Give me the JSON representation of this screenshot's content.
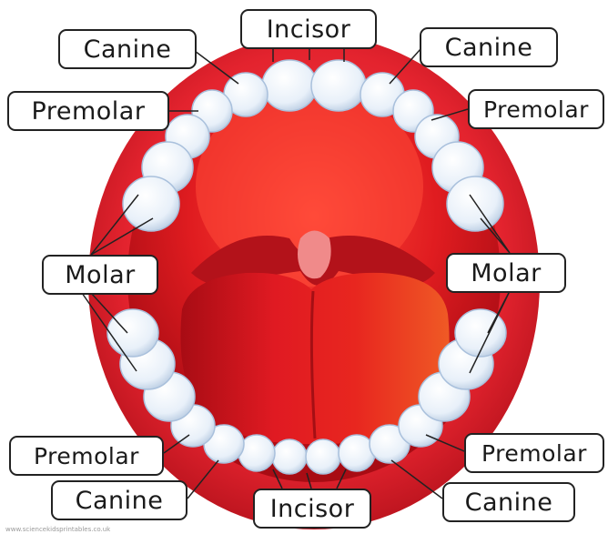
{
  "labels": {
    "incisor_top": "Incisor",
    "canine_top_left": "Canine",
    "canine_top_right": "Canine",
    "premolar_top_left": "Premolar",
    "premolar_top_right": "Premolar",
    "molar_left": "Molar",
    "molar_right": "Molar",
    "premolar_bottom_left": "Premolar",
    "premolar_bottom_right": "Premolar",
    "canine_bottom_left": "Canine",
    "canine_bottom_right": "Canine",
    "incisor_bottom": "Incisor"
  },
  "watermark": "www.sciencekidsprintables.co.uk",
  "colors": {
    "lips": "#e3232e",
    "mouth_inside": "#c9121c",
    "tongue": "#d0141f",
    "teeth": "#eef4fb",
    "tooth_shadow": "#b5cbe3",
    "label_border": "#222222"
  }
}
